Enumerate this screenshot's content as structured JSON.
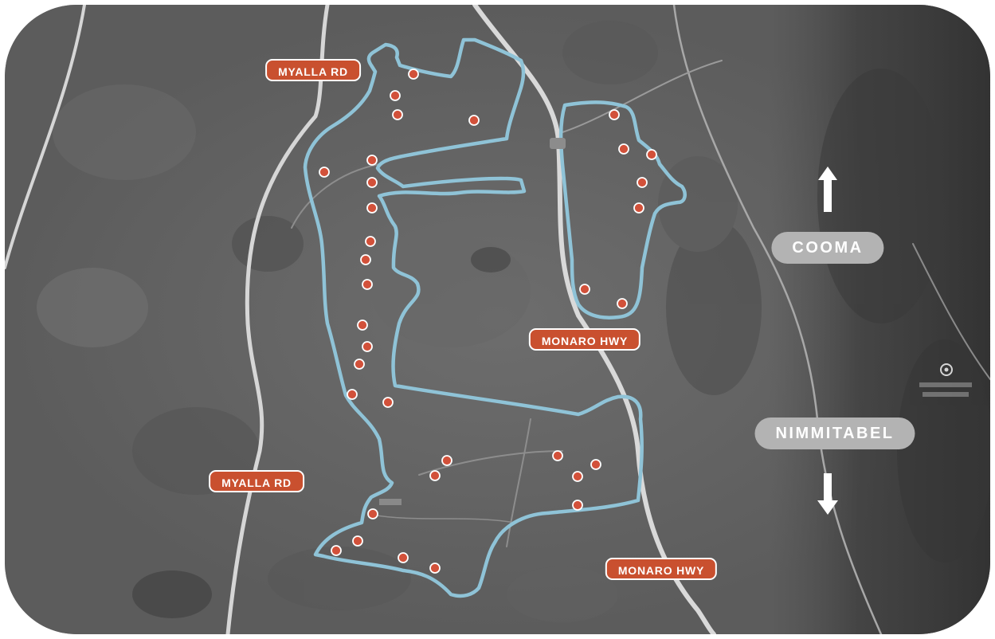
{
  "map": {
    "boundary_color": "#8fc3d7",
    "turbine_color": "#d2513a",
    "road_label_color": "#c9502f",
    "town_label_color": "#b3b3b3"
  },
  "road_labels": {
    "myalla_north": "MYALLA RD",
    "myalla_south": "MYALLA RD",
    "monaro_north": "MONARO HWY",
    "monaro_south": "MONARO HWY"
  },
  "towns": {
    "cooma": "COOMA",
    "nimmitabel": "NIMMITABEL"
  },
  "directions": {
    "cooma": "north-arrow-icon",
    "nimmitabel": "south-arrow-icon"
  }
}
